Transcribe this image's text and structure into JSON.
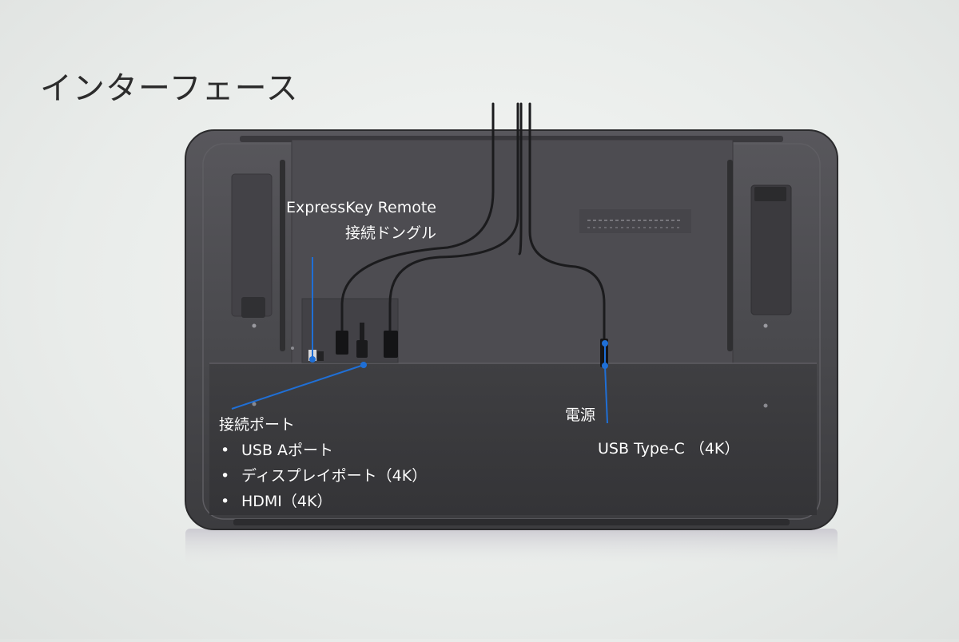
{
  "slide": {
    "title": "インターフェース"
  },
  "device": {
    "labels": {
      "dongle_line1": "ExpressKey Remote",
      "dongle_line2": "接続ドングル",
      "ports_heading": "接続ポート",
      "ports": [
        "USB Aポート",
        "ディスプレイポート（4K）",
        "HDMI（4K）"
      ],
      "power": "電源",
      "usbc": "USB Type-C （4K）"
    }
  },
  "colors": {
    "accent_line": "#1f6fd6",
    "device_body": "#4a4a4e",
    "device_lower": "#3a3a3d",
    "label_text": "#ffffff"
  }
}
